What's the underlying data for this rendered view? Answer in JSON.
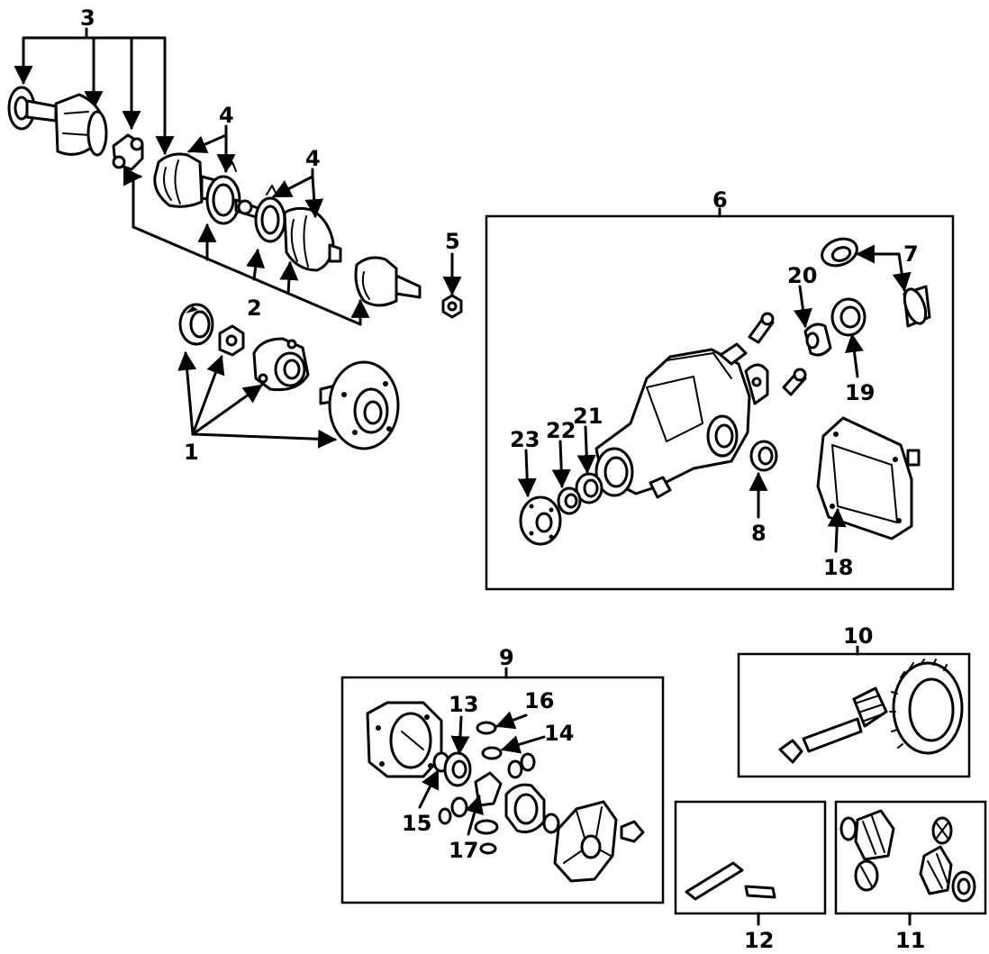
{
  "callouts": {
    "c1": "1",
    "c2": "2",
    "c3": "3",
    "c4a": "4",
    "c4b": "4",
    "c5": "5",
    "c6": "6",
    "c7": "7",
    "c8": "8",
    "c9": "9",
    "c10": "10",
    "c11": "11",
    "c12": "12",
    "c13": "13",
    "c14": "14",
    "c15": "15",
    "c16": "16",
    "c17": "17",
    "c18": "18",
    "c19": "19",
    "c20": "20",
    "c21": "21",
    "c22": "22",
    "c23": "23"
  },
  "colors": {
    "ink": "#000000",
    "background": "#ffffff"
  }
}
